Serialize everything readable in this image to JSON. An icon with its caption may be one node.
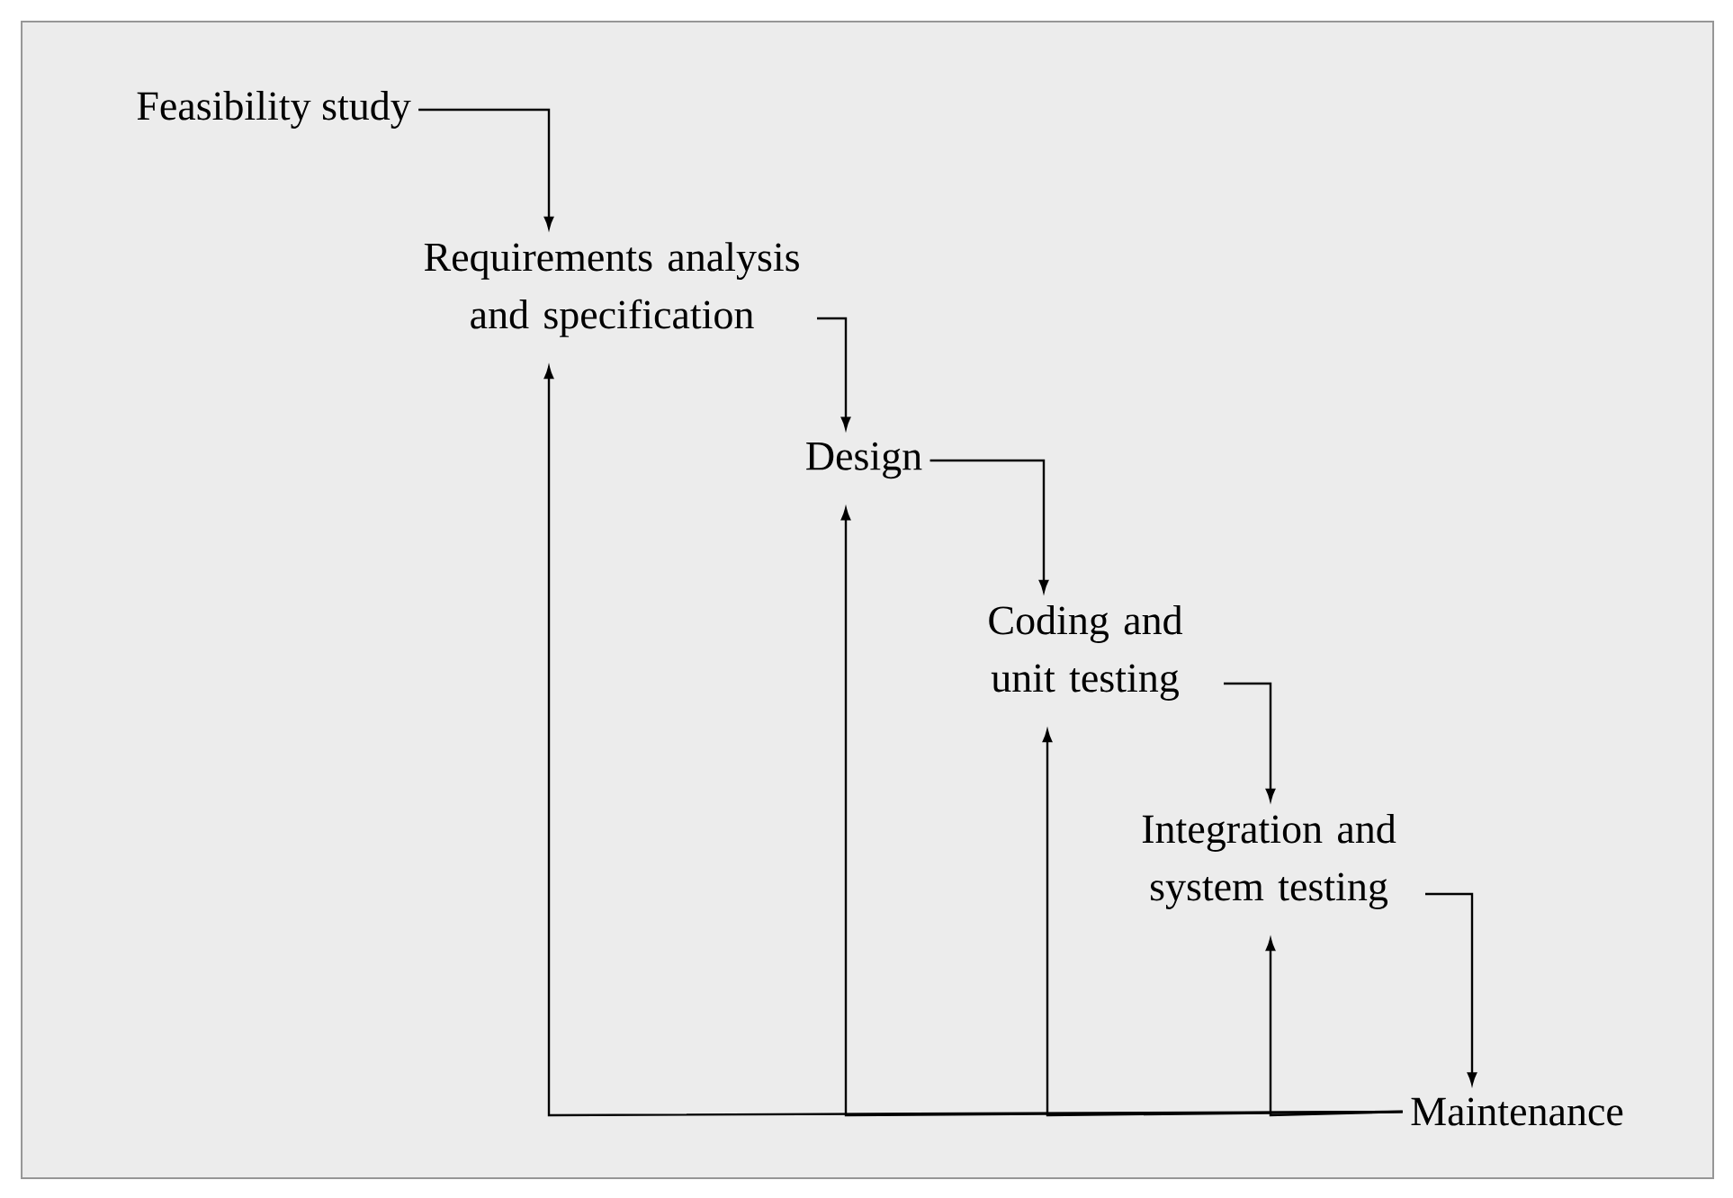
{
  "diagram": {
    "nodes": [
      {
        "text": [
          "Feasibility study"
        ]
      },
      {
        "text": [
          "Requirements analysis and specification"
        ]
      },
      {
        "text": [
          "Design"
        ]
      },
      {
        "text": [
          "Coding and unit testing"
        ]
      },
      {
        "text": [
          "Integration and system testing"
        ]
      },
      {
        "text": [
          "Maintenance"
        ]
      }
    ],
    "edges": [
      {
        "from": 0,
        "to": 1,
        "arrow": "to"
      },
      {
        "from": 1,
        "to": 2,
        "arrow": "to"
      },
      {
        "from": 2,
        "to": 3,
        "arrow": "to"
      },
      {
        "from": 3,
        "to": 4,
        "arrow": "to"
      },
      {
        "from": 4,
        "to": 5,
        "arrow": "to"
      },
      {
        "from": 5,
        "to": 1,
        "arrow": "to"
      },
      {
        "from": 5,
        "to": 2,
        "arrow": "to"
      },
      {
        "from": 5,
        "to": 3,
        "arrow": "to"
      },
      {
        "from": 5,
        "to": 4,
        "arrow": "to"
      }
    ]
  }
}
